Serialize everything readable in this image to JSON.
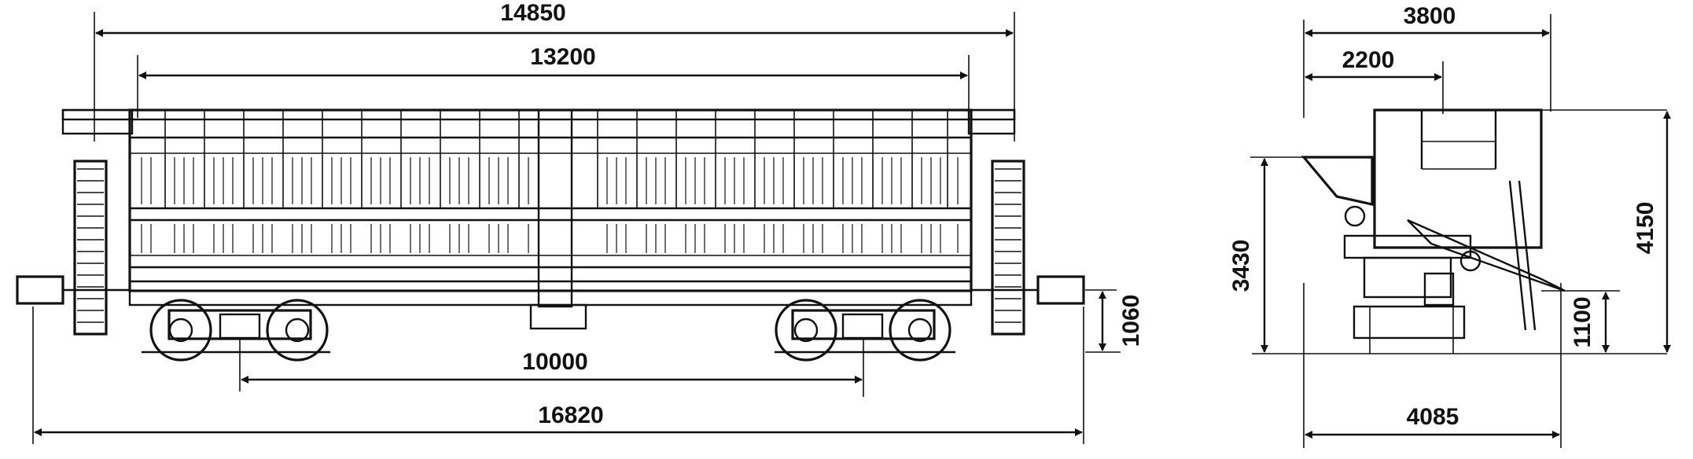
{
  "side_view": {
    "dim_overall_body": "14850",
    "dim_body_inner": "13200",
    "dim_bogie_centers": "10000",
    "dim_over_couplers": "16820",
    "dim_coupler_height": "1060"
  },
  "end_view": {
    "dim_width_top": "3800",
    "dim_half_width": "2200",
    "dim_height_body": "3430",
    "dim_height_total": "4150",
    "dim_low_height": "1100",
    "dim_width_bottom": "4085"
  }
}
